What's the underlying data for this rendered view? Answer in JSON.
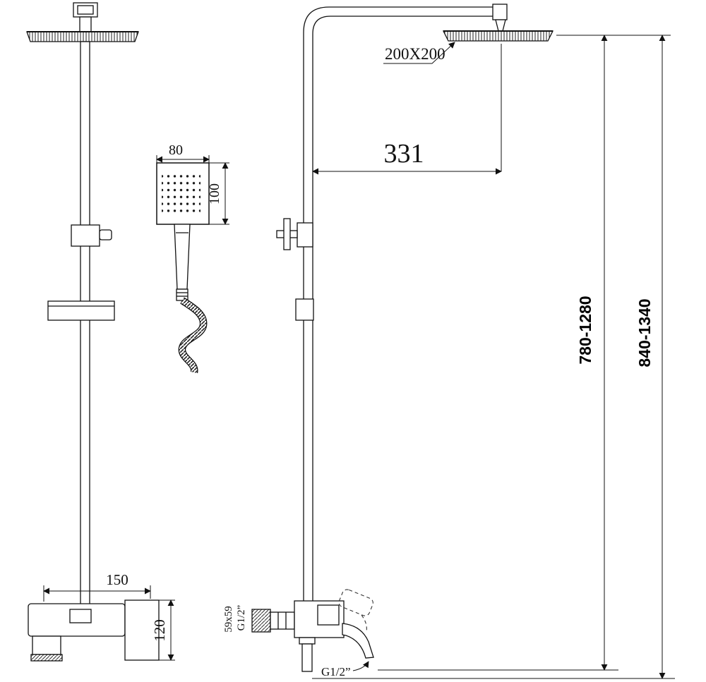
{
  "dimensions": {
    "head_size": "200X200",
    "arm_reach": "331",
    "riser_height_range": "780-1280",
    "overall_height_range": "840-1340",
    "handset_face_width": "80",
    "handset_face_height": "100",
    "mixer_width": "150",
    "mixer_handle_height": "120",
    "escutcheon_size": "59x59",
    "inlet_thread": "G1/2”",
    "outlet_thread": "G1/2”"
  }
}
